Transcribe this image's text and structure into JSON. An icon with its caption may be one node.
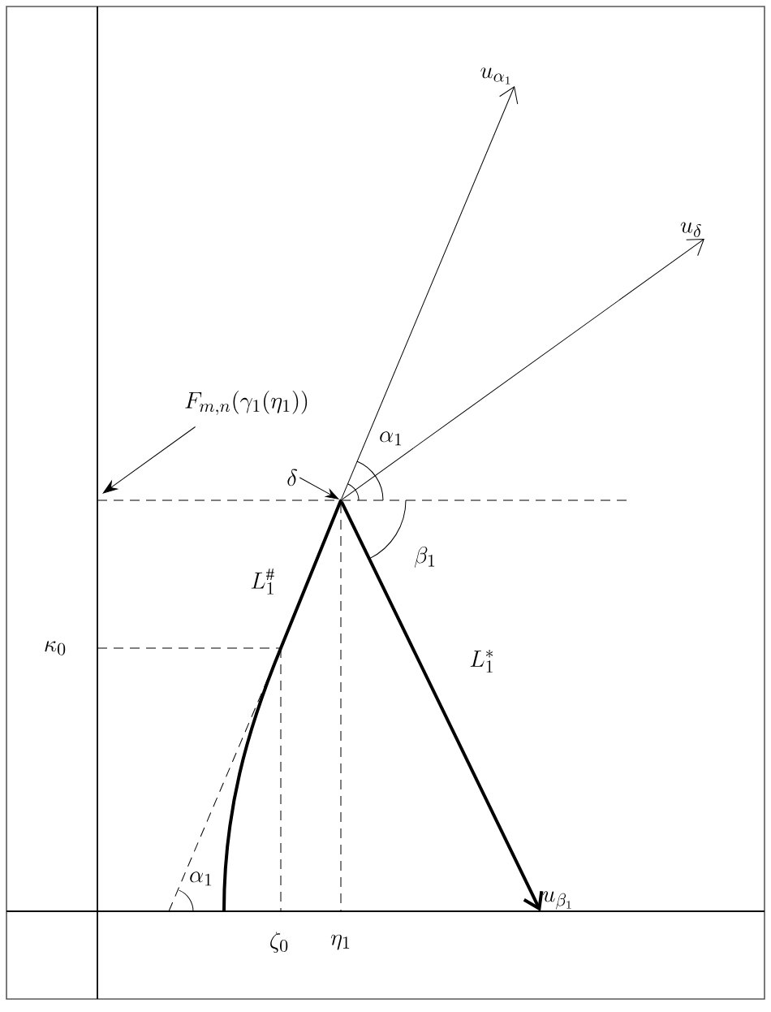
{
  "diagram": {
    "nodes": [
      {
        "text": [
          "u_{\\alpha_1}"
        ]
      },
      {
        "text": [
          "u_\\delta"
        ]
      },
      {
        "text": [
          "F_{m,n}(\\gamma_1(\\eta_1))"
        ]
      },
      {
        "text": [
          "\\delta"
        ]
      },
      {
        "text": [],
        "shape": "point"
      },
      {
        "text": [
          "u_{\\beta_1}"
        ]
      }
    ],
    "edges": [
      {
        "from": 4,
        "to": 0,
        "arrow": "to"
      },
      {
        "from": 4,
        "to": 1,
        "arrow": "to"
      },
      {
        "from": 2,
        "to": null,
        "arrow": "to"
      },
      {
        "from": 3,
        "to": 4,
        "arrow": "to"
      },
      {
        "from": 4,
        "to": 5,
        "arrow": "to",
        "style": "thick"
      }
    ],
    "labels": [
      "\\alpha_1",
      "\\beta_1",
      "L_1^\\#",
      "L_1^*",
      "\\kappa_0",
      "\\alpha_1",
      "\\zeta_0",
      "\\eta_1"
    ]
  }
}
